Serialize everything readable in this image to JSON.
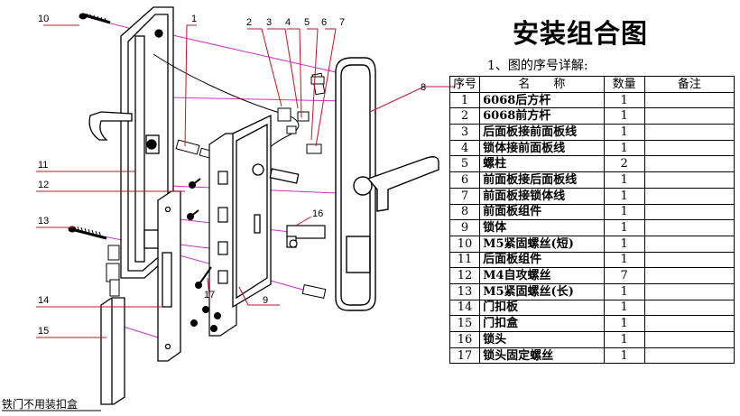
{
  "title": "安装组合图",
  "subtitle": "1、图的序号详解:",
  "table": {
    "headers": {
      "no": "序号",
      "name": "名　　称",
      "qty": "数量",
      "note": "备注"
    },
    "rows": [
      {
        "no": "1",
        "name": "6068后方杆",
        "qty": "1",
        "note": ""
      },
      {
        "no": "2",
        "name": "6068前方杆",
        "qty": "1",
        "note": ""
      },
      {
        "no": "3",
        "name": "后面板接前面板线",
        "qty": "1",
        "note": ""
      },
      {
        "no": "4",
        "name": "锁体接前面板线",
        "qty": "1",
        "note": ""
      },
      {
        "no": "5",
        "name": "螺柱",
        "qty": "2",
        "note": ""
      },
      {
        "no": "6",
        "name": "前面板接后面板线",
        "qty": "1",
        "note": ""
      },
      {
        "no": "7",
        "name": "前面板接锁体线",
        "qty": "1",
        "note": ""
      },
      {
        "no": "8",
        "name": "前面板组件",
        "qty": "1",
        "note": ""
      },
      {
        "no": "9",
        "name": "锁体",
        "qty": "1",
        "note": ""
      },
      {
        "no": "10",
        "name": "M5紧固螺丝(短)",
        "qty": "1",
        "note": ""
      },
      {
        "no": "11",
        "name": "后面板组件",
        "qty": "1",
        "note": ""
      },
      {
        "no": "12",
        "name": "M4自攻螺丝",
        "qty": "7",
        "note": ""
      },
      {
        "no": "13",
        "name": "M5紧固螺丝(长)",
        "qty": "1",
        "note": ""
      },
      {
        "no": "14",
        "name": "门扣板",
        "qty": "1",
        "note": ""
      },
      {
        "no": "15",
        "name": "门扣盒",
        "qty": "1",
        "note": ""
      },
      {
        "no": "16",
        "name": " 锁头",
        "qty": "1",
        "note": ""
      },
      {
        "no": "17",
        "name": " 锁头固定螺丝",
        "qty": "1",
        "note": ""
      }
    ]
  },
  "callouts": [
    "1",
    "2",
    "3",
    "4",
    "5",
    "6",
    "7",
    "8",
    "9",
    "10",
    "11",
    "12",
    "13",
    "14",
    "15",
    "16",
    "17"
  ],
  "note_label": "铁门不用装扣盒"
}
